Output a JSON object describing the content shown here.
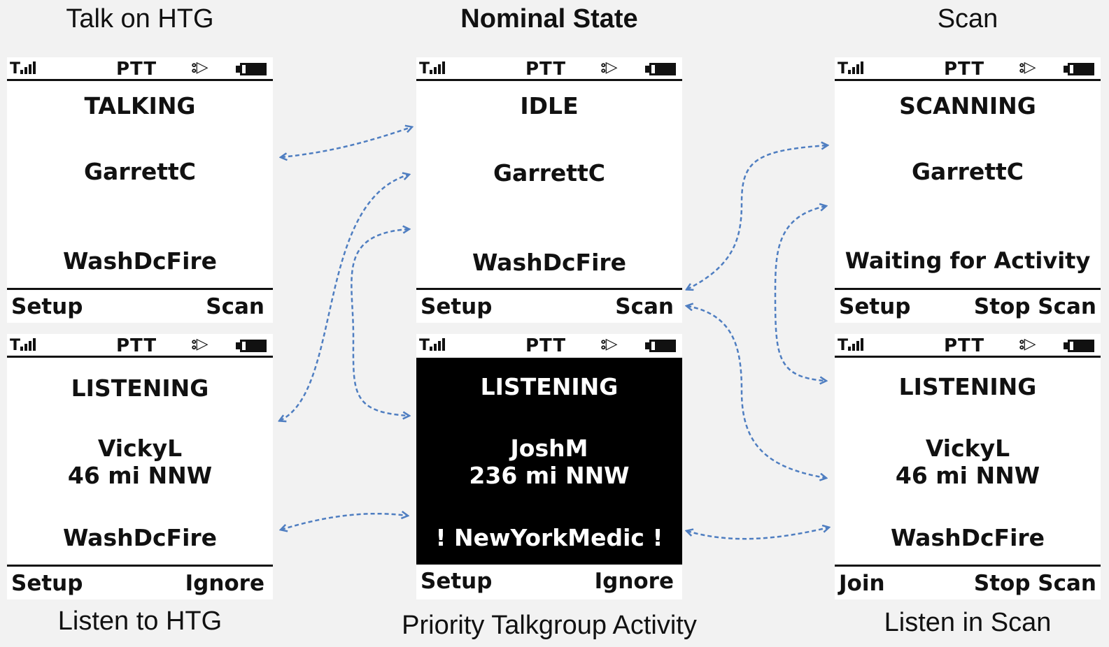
{
  "titles": {
    "left": "Talk on HTG",
    "center": "Nominal State",
    "right": "Scan"
  },
  "captions": {
    "left": "Listen to HTG",
    "center": "Priority Talkgroup Activity",
    "right": "Listen in Scan"
  },
  "screens": {
    "talk": {
      "ptt": "PTT",
      "state": "TALKING",
      "name": "GarrettC",
      "dist": "",
      "group": "WashDcFire",
      "left_key": "Setup",
      "right_key": "Scan"
    },
    "idle": {
      "ptt": "PTT",
      "state": "IDLE",
      "name": "GarrettC",
      "dist": "",
      "group": "WashDcFire",
      "left_key": "Setup",
      "right_key": "Scan"
    },
    "scanning": {
      "ptt": "PTT",
      "state": "SCANNING",
      "name": "GarrettC",
      "dist": "",
      "group": "Waiting for Activity",
      "left_key": "Setup",
      "right_key": "Stop Scan"
    },
    "listen_htg": {
      "ptt": "PTT",
      "state": "LISTENING",
      "name": "VickyL",
      "dist": "46 mi NNW",
      "group": "WashDcFire",
      "left_key": "Setup",
      "right_key": "Ignore"
    },
    "priority": {
      "ptt": "PTT",
      "state": "LISTENING",
      "name": "JoshM",
      "dist": "236 mi NNW",
      "group": "! NewYorkMedic !",
      "left_key": "Setup",
      "right_key": "Ignore"
    },
    "listen_scan": {
      "ptt": "PTT",
      "state": "LISTENING",
      "name": "VickyL",
      "dist": "46 mi NNW",
      "group": "WashDcFire",
      "left_key": "Join",
      "right_key": "Stop Scan"
    }
  },
  "icons": {
    "signal": "signal-strength-icon",
    "speaker": "speaker-icon",
    "battery": "battery-icon"
  },
  "colors": {
    "arrow": "#4f7ec1",
    "background": "#f2f2f2",
    "priority_screen": "#000000"
  }
}
